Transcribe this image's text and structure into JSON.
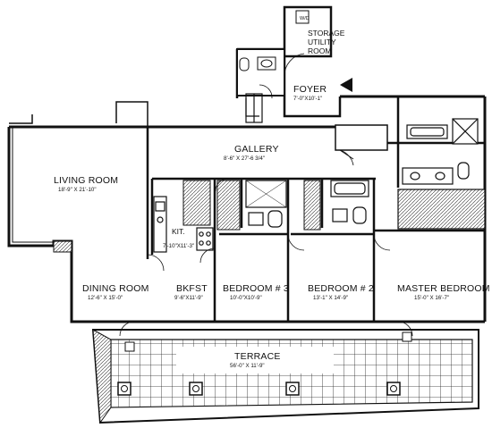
{
  "rooms": {
    "storage": {
      "line1": "STORAGE",
      "line2": "UTILITY",
      "line3": "ROOM"
    },
    "wd": "W/D",
    "foyer": {
      "name": "FOYER",
      "dims": "7'-0\"X10'-1\""
    },
    "gallery": {
      "name": "GALLERY",
      "dims": "8'-6\" X 27'-6 3/4\""
    },
    "living": {
      "name": "LIVING ROOM",
      "dims": "18'-9\" X 21'-10\""
    },
    "kitchen": {
      "name": "KIT.",
      "dims": "7'-10\"X11'-3\""
    },
    "dining": {
      "name": "DINING ROOM",
      "dims": "12'-6\" X 15'-0\""
    },
    "bkfst": {
      "name": "BKFST",
      "dims": "9'-6\"X11'-9\""
    },
    "bedroom3": {
      "name": "BEDROOM # 3",
      "dims": "10'-0\"X10'-9\""
    },
    "bedroom2": {
      "name": "BEDROOM # 2",
      "dims": "13'-1\" X 14'-9\""
    },
    "master": {
      "name": "MASTER BEDROOM",
      "dims": "15'-0\" X 16'-7\""
    },
    "terrace": {
      "name": "TERRACE",
      "dims": "56'-0\" X 11'-9\""
    }
  }
}
